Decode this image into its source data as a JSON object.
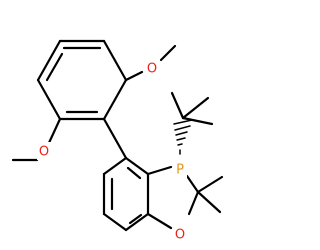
{
  "molecule": {
    "atoms": {
      "phosphorus": {
        "symbol": "P"
      },
      "ring_oxygen": {
        "symbol": "O"
      },
      "methoxy_top_oxygen": {
        "symbol": "O"
      },
      "methoxy_bottom_oxygen": {
        "symbol": "O"
      }
    }
  },
  "colors": {
    "bond": "#000000",
    "carbon_skeleton": "#000000",
    "phosphorus": "#e09a1a",
    "oxygen": "#e8231a",
    "background": "#ffffff"
  }
}
